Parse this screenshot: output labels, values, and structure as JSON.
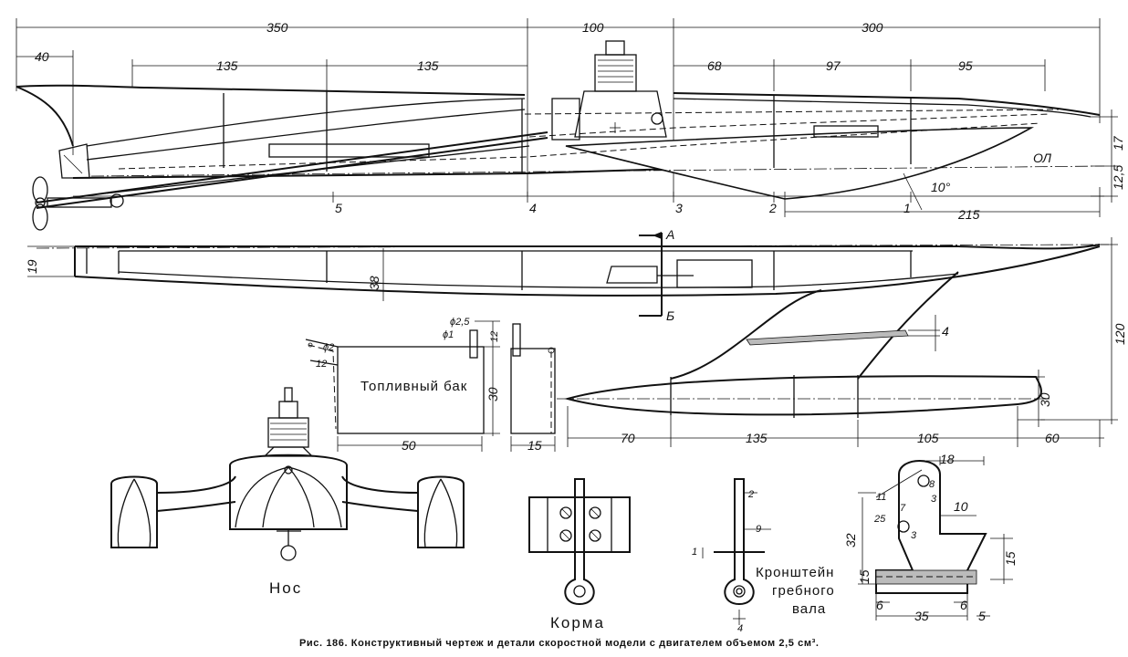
{
  "dimensions": {
    "d350": "350",
    "d100": "100",
    "d300": "300",
    "d40": "40",
    "d135a": "135",
    "d135b": "135",
    "d68": "68",
    "d97": "97",
    "d95": "95",
    "d17": "17",
    "d12_5": "12,5",
    "d10deg": "10°",
    "d215": "215",
    "d19": "19",
    "d38": "38",
    "d120": "120",
    "d4float": "4",
    "d30float": "30",
    "d70": "70",
    "d135c": "135",
    "d105": "105",
    "d60": "60",
    "phi2": "ϕ2",
    "d12pipe": "12",
    "phi2_5": "ϕ2,5",
    "phi1": "ϕ1",
    "d12tank": "12",
    "d30tank": "30",
    "d50": "50",
    "d15tank": "15",
    "d2": "2",
    "d9": "9",
    "d1": "1",
    "d4shaft": "4",
    "d18": "18",
    "d8": "8",
    "d11": "11",
    "d7": "7",
    "d3a": "3",
    "d3b": "3",
    "d25": "25",
    "d32": "32",
    "d10": "10",
    "d15l": "15",
    "d15r": "15",
    "d6a": "6",
    "d6b": "6",
    "d35": "35",
    "d5": "5"
  },
  "stations": [
    "5",
    "4",
    "3",
    "2",
    "1"
  ],
  "markers": {
    "ol": "ОЛ",
    "sectionA": "A",
    "sectionB": "Б"
  },
  "labels": {
    "fuel_tank": "Топливный бак",
    "bow": "Нос",
    "stern": "Корма",
    "bracket_line1": "Кронштейн",
    "bracket_line2": "гребного",
    "bracket_line3": "вала"
  },
  "caption": "Рис. 186. Конструктивный чертеж и детали скоростной модели с двигателем объемом 2,5 см³."
}
